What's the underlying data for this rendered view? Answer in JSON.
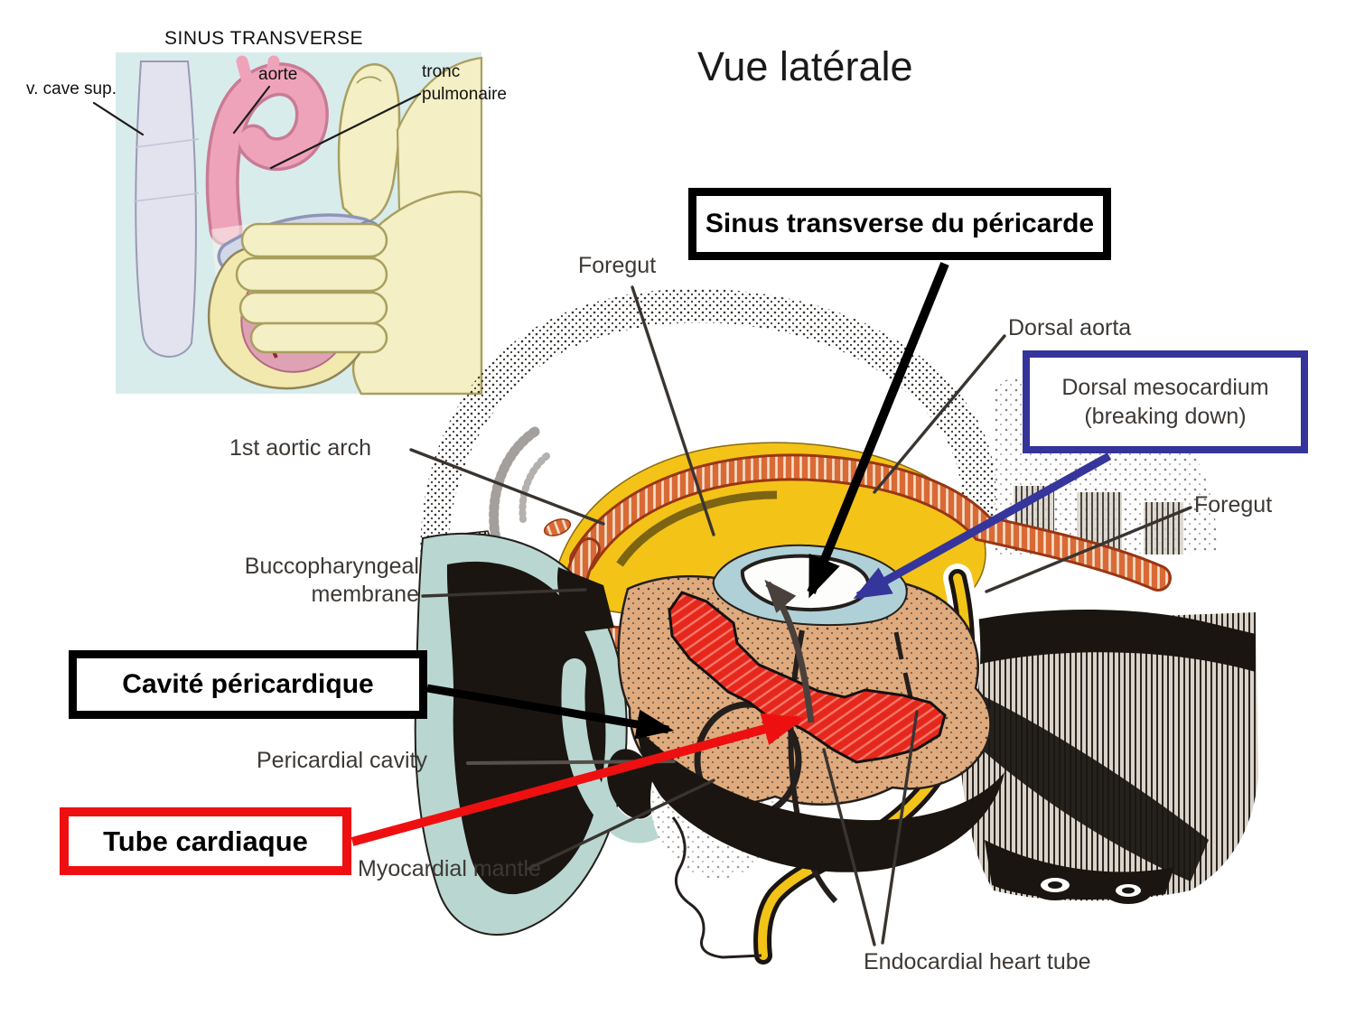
{
  "slide": {
    "title": "Vue latérale"
  },
  "inset": {
    "heading": "SINUS TRANSVERSE",
    "labels": {
      "vena_cava": "v. cave sup.",
      "aorta": "aorte",
      "pulmonary_trunk": "tronc pulmonaire"
    }
  },
  "callout_boxes": {
    "sinus_transverse": "Sinus transverse du péricarde",
    "dorsal_mesocardium": "Dorsal mesocardium (breaking down)",
    "cavite_pericardique": "Cavité péricardique",
    "tube_cardiaque": "Tube cardiaque"
  },
  "figure_labels": {
    "foregut_top": "Foregut",
    "dorsal_aorta": "Dorsal aorta",
    "foregut_right": "Foregut",
    "first_aortic_arch": "1st aortic arch",
    "buccopharyngeal_membrane": "Buccopharyngeal membrane",
    "pericardial_cavity": "Pericardial cavity",
    "myocardial_mantle": "Myocardial mantle",
    "endocardial_heart_tube": "Endocardial heart tube"
  },
  "colors": {
    "callout_border_black": "#000000",
    "callout_border_blue": "#34349b",
    "callout_border_red": "#ee1010",
    "arrow_black": "#000000",
    "arrow_blue": "#35359c",
    "arrow_red": "#ee1010",
    "heart_tube_highlight_red": "#e6271c",
    "pericardium_teal": "#b9d7d0",
    "sinus_blue": "#afd0d6",
    "endoderm_yellow": "#f3c318",
    "foregut_orange": "#d96a36",
    "myocardial_mantle_tan": "#dfab7e",
    "inset_background": "#d9ecec"
  }
}
